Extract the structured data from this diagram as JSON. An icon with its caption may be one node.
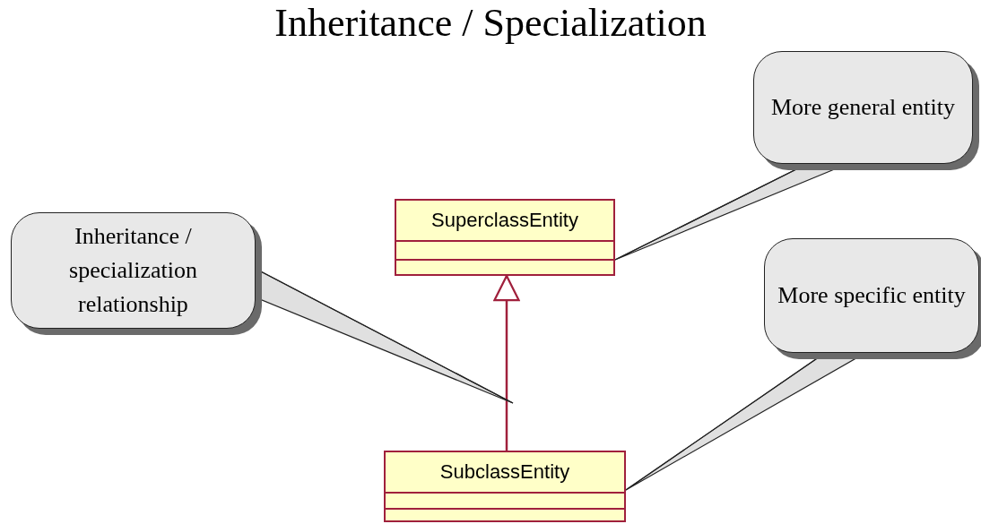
{
  "diagram": {
    "title": "Inheritance / Specialization",
    "nodes": [
      {
        "text": [
          "SuperclassEntity"
        ]
      },
      {
        "text": [
          "SubclassEntity"
        ]
      },
      {
        "text": [
          "More general entity"
        ]
      },
      {
        "text": [
          "Inheritance / specialization relationship"
        ]
      },
      {
        "text": [
          "More specific entity"
        ]
      }
    ],
    "edges": [
      {
        "from": 1,
        "to": 0,
        "arrow": "to",
        "color": "#a0203c"
      },
      {
        "from": 2,
        "to": 0,
        "arrow": "none"
      },
      {
        "from": 3,
        "to": null,
        "arrow": "none"
      },
      {
        "from": 4,
        "to": 1,
        "arrow": "none"
      }
    ]
  }
}
